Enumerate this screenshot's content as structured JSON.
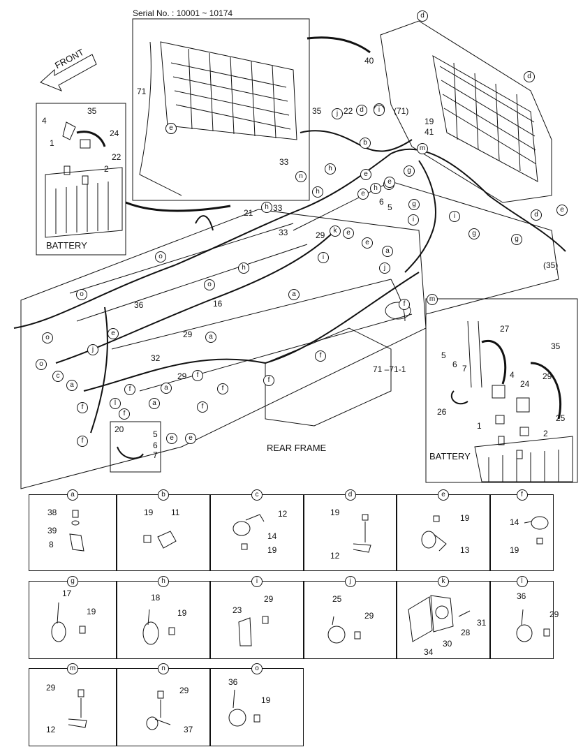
{
  "header": {
    "serial_label": "Serial No. : 10001 ~ 10174",
    "front_label": "FRONT"
  },
  "insets": {
    "battery_left": "BATTERY",
    "battery_right": "BATTERY",
    "rear_frame": "REAR FRAME",
    "part_71_1": "71 –71-1",
    "part_35_ref": "(35)",
    "part_71_ref": "(71)"
  },
  "callouts": {
    "main": [
      "35",
      "j",
      "d",
      "i",
      "22",
      "b",
      "33",
      "n",
      "h",
      "21",
      "h",
      "33",
      "33",
      "29",
      "o",
      "o",
      "o",
      "h",
      "o",
      "36",
      "16",
      "i",
      "a",
      "e",
      "e",
      "e",
      "k",
      "e",
      "e",
      "29",
      "a",
      "e",
      "32",
      "29",
      "f",
      "f",
      "a",
      "l",
      "f",
      "c",
      "o",
      "f",
      "f",
      "f",
      "f",
      "e",
      "f",
      "g",
      "j",
      "f",
      "m",
      "i",
      "i",
      "g",
      "d",
      "g",
      "d",
      "m",
      "41",
      "19",
      "g",
      "e",
      "40",
      "d",
      "h",
      "e",
      "5",
      "6",
      "e",
      "h",
      "i",
      "j",
      "a",
      "e",
      "f",
      "a",
      "a"
    ],
    "upper_inset": [
      "71",
      "e"
    ],
    "left_battery": [
      "4",
      "35",
      "24",
      "1",
      "22",
      "2"
    ],
    "right_battery": [
      "27",
      "35",
      "5",
      "6",
      "7",
      "4",
      "24",
      "29",
      "26",
      "25",
      "1",
      "2"
    ],
    "sub20": [
      "20",
      "5",
      "6",
      "7"
    ]
  },
  "detail_grid": [
    {
      "tag": "a",
      "labels": [
        "38",
        "39",
        "8"
      ]
    },
    {
      "tag": "b",
      "labels": [
        "19",
        "11"
      ]
    },
    {
      "tag": "c",
      "labels": [
        "12",
        "14",
        "19"
      ]
    },
    {
      "tag": "d",
      "labels": [
        "19",
        "12"
      ]
    },
    {
      "tag": "e",
      "labels": [
        "19",
        "13"
      ]
    },
    {
      "tag": "f",
      "labels": [
        "14",
        "19"
      ]
    },
    {
      "tag": "g",
      "labels": [
        "17",
        "19"
      ]
    },
    {
      "tag": "h",
      "labels": [
        "18",
        "19"
      ]
    },
    {
      "tag": "i",
      "labels": [
        "29",
        "23"
      ]
    },
    {
      "tag": "j",
      "labels": [
        "25",
        "29"
      ]
    },
    {
      "tag": "k",
      "labels": [
        "31",
        "28",
        "30",
        "34"
      ]
    },
    {
      "tag": "l",
      "labels": [
        "36",
        "29"
      ]
    },
    {
      "tag": "m",
      "labels": [
        "29",
        "12"
      ]
    },
    {
      "tag": "n",
      "labels": [
        "29",
        "37"
      ]
    },
    {
      "tag": "o",
      "labels": [
        "36",
        "19"
      ]
    }
  ]
}
